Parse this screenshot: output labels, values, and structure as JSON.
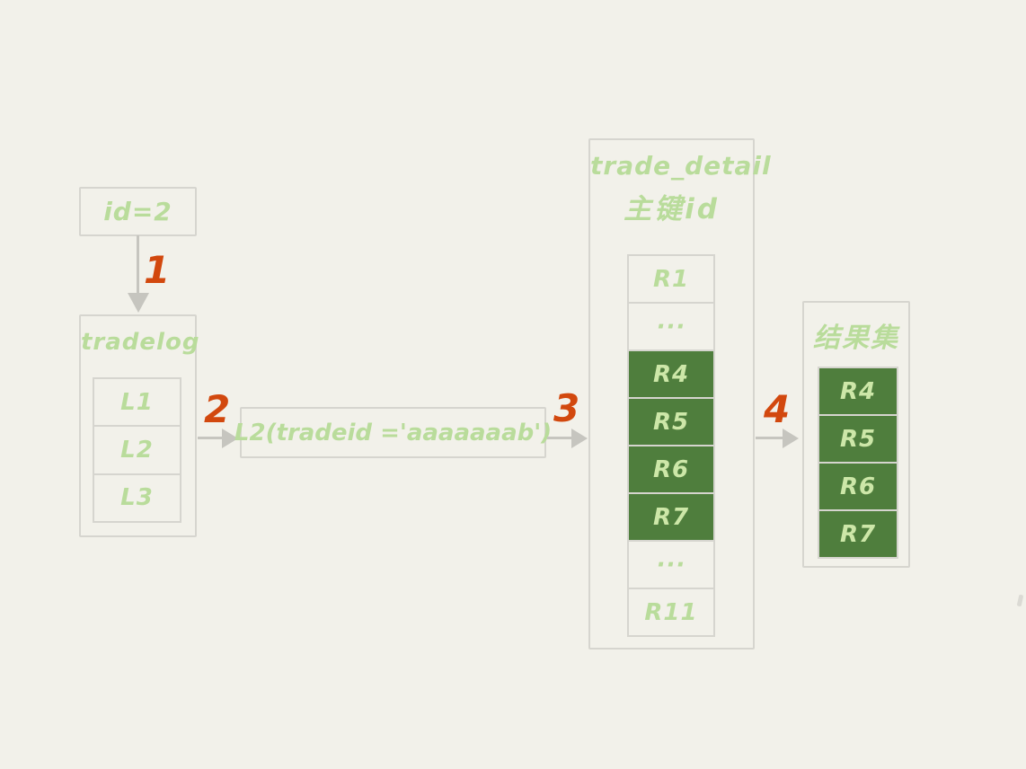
{
  "palette": {
    "background": "#f2f1ea",
    "box_border": "#d6d5cf",
    "handwriting_green": "#b9dc9b",
    "cell_green_bg": "#4f7e3d",
    "cell_green_text": "#cde7a8",
    "step_orange": "#d2480e",
    "arrow_gray": "#c6c5bf"
  },
  "id_box": {
    "label": "id=2"
  },
  "steps": [
    {
      "label": "1"
    },
    {
      "label": "2"
    },
    {
      "label": "3"
    },
    {
      "label": "4"
    }
  ],
  "tradelog": {
    "title": "tradelog",
    "rows": [
      "L1",
      "L2",
      "L3"
    ]
  },
  "query_box": {
    "label": "L2(tradeid ='aaaaaaab')"
  },
  "trade_detail": {
    "title": "trade_detail",
    "subtitle": "主键id",
    "rows": [
      {
        "label": "R1",
        "highlight": false
      },
      {
        "label": "···",
        "highlight": false
      },
      {
        "label": "R4",
        "highlight": true
      },
      {
        "label": "R5",
        "highlight": true
      },
      {
        "label": "R6",
        "highlight": true
      },
      {
        "label": "R7",
        "highlight": true
      },
      {
        "label": "···",
        "highlight": false
      },
      {
        "label": "R11",
        "highlight": false
      }
    ]
  },
  "result_set": {
    "title": "结果集",
    "rows": [
      "R4",
      "R5",
      "R6",
      "R7"
    ]
  }
}
